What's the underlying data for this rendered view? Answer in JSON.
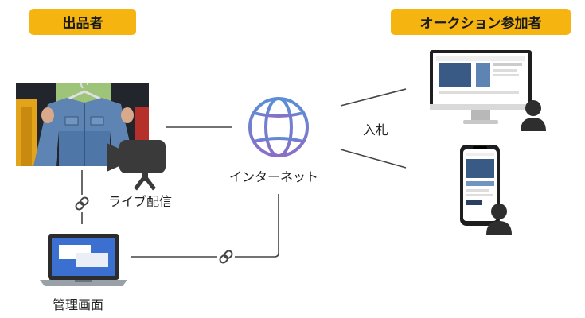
{
  "seller": {
    "title": "出品者"
  },
  "bidder": {
    "title": "オークション参加者"
  },
  "nodes": {
    "live_stream": "ライブ配信",
    "internet": "インターネット",
    "admin_screen": "管理画面",
    "bid": "入札"
  },
  "colors": {
    "badge": "#f5b40f",
    "globe_top": "#5b8ed6",
    "globe_bottom": "#8a6fc6",
    "camera": "#3a3a3a",
    "line": "#444444",
    "user_icon": "#2e2e2e"
  },
  "icons": [
    "globe-icon",
    "camera-icon",
    "link-icon",
    "laptop-icon",
    "monitor-icon",
    "smartphone-icon",
    "user-icon"
  ]
}
